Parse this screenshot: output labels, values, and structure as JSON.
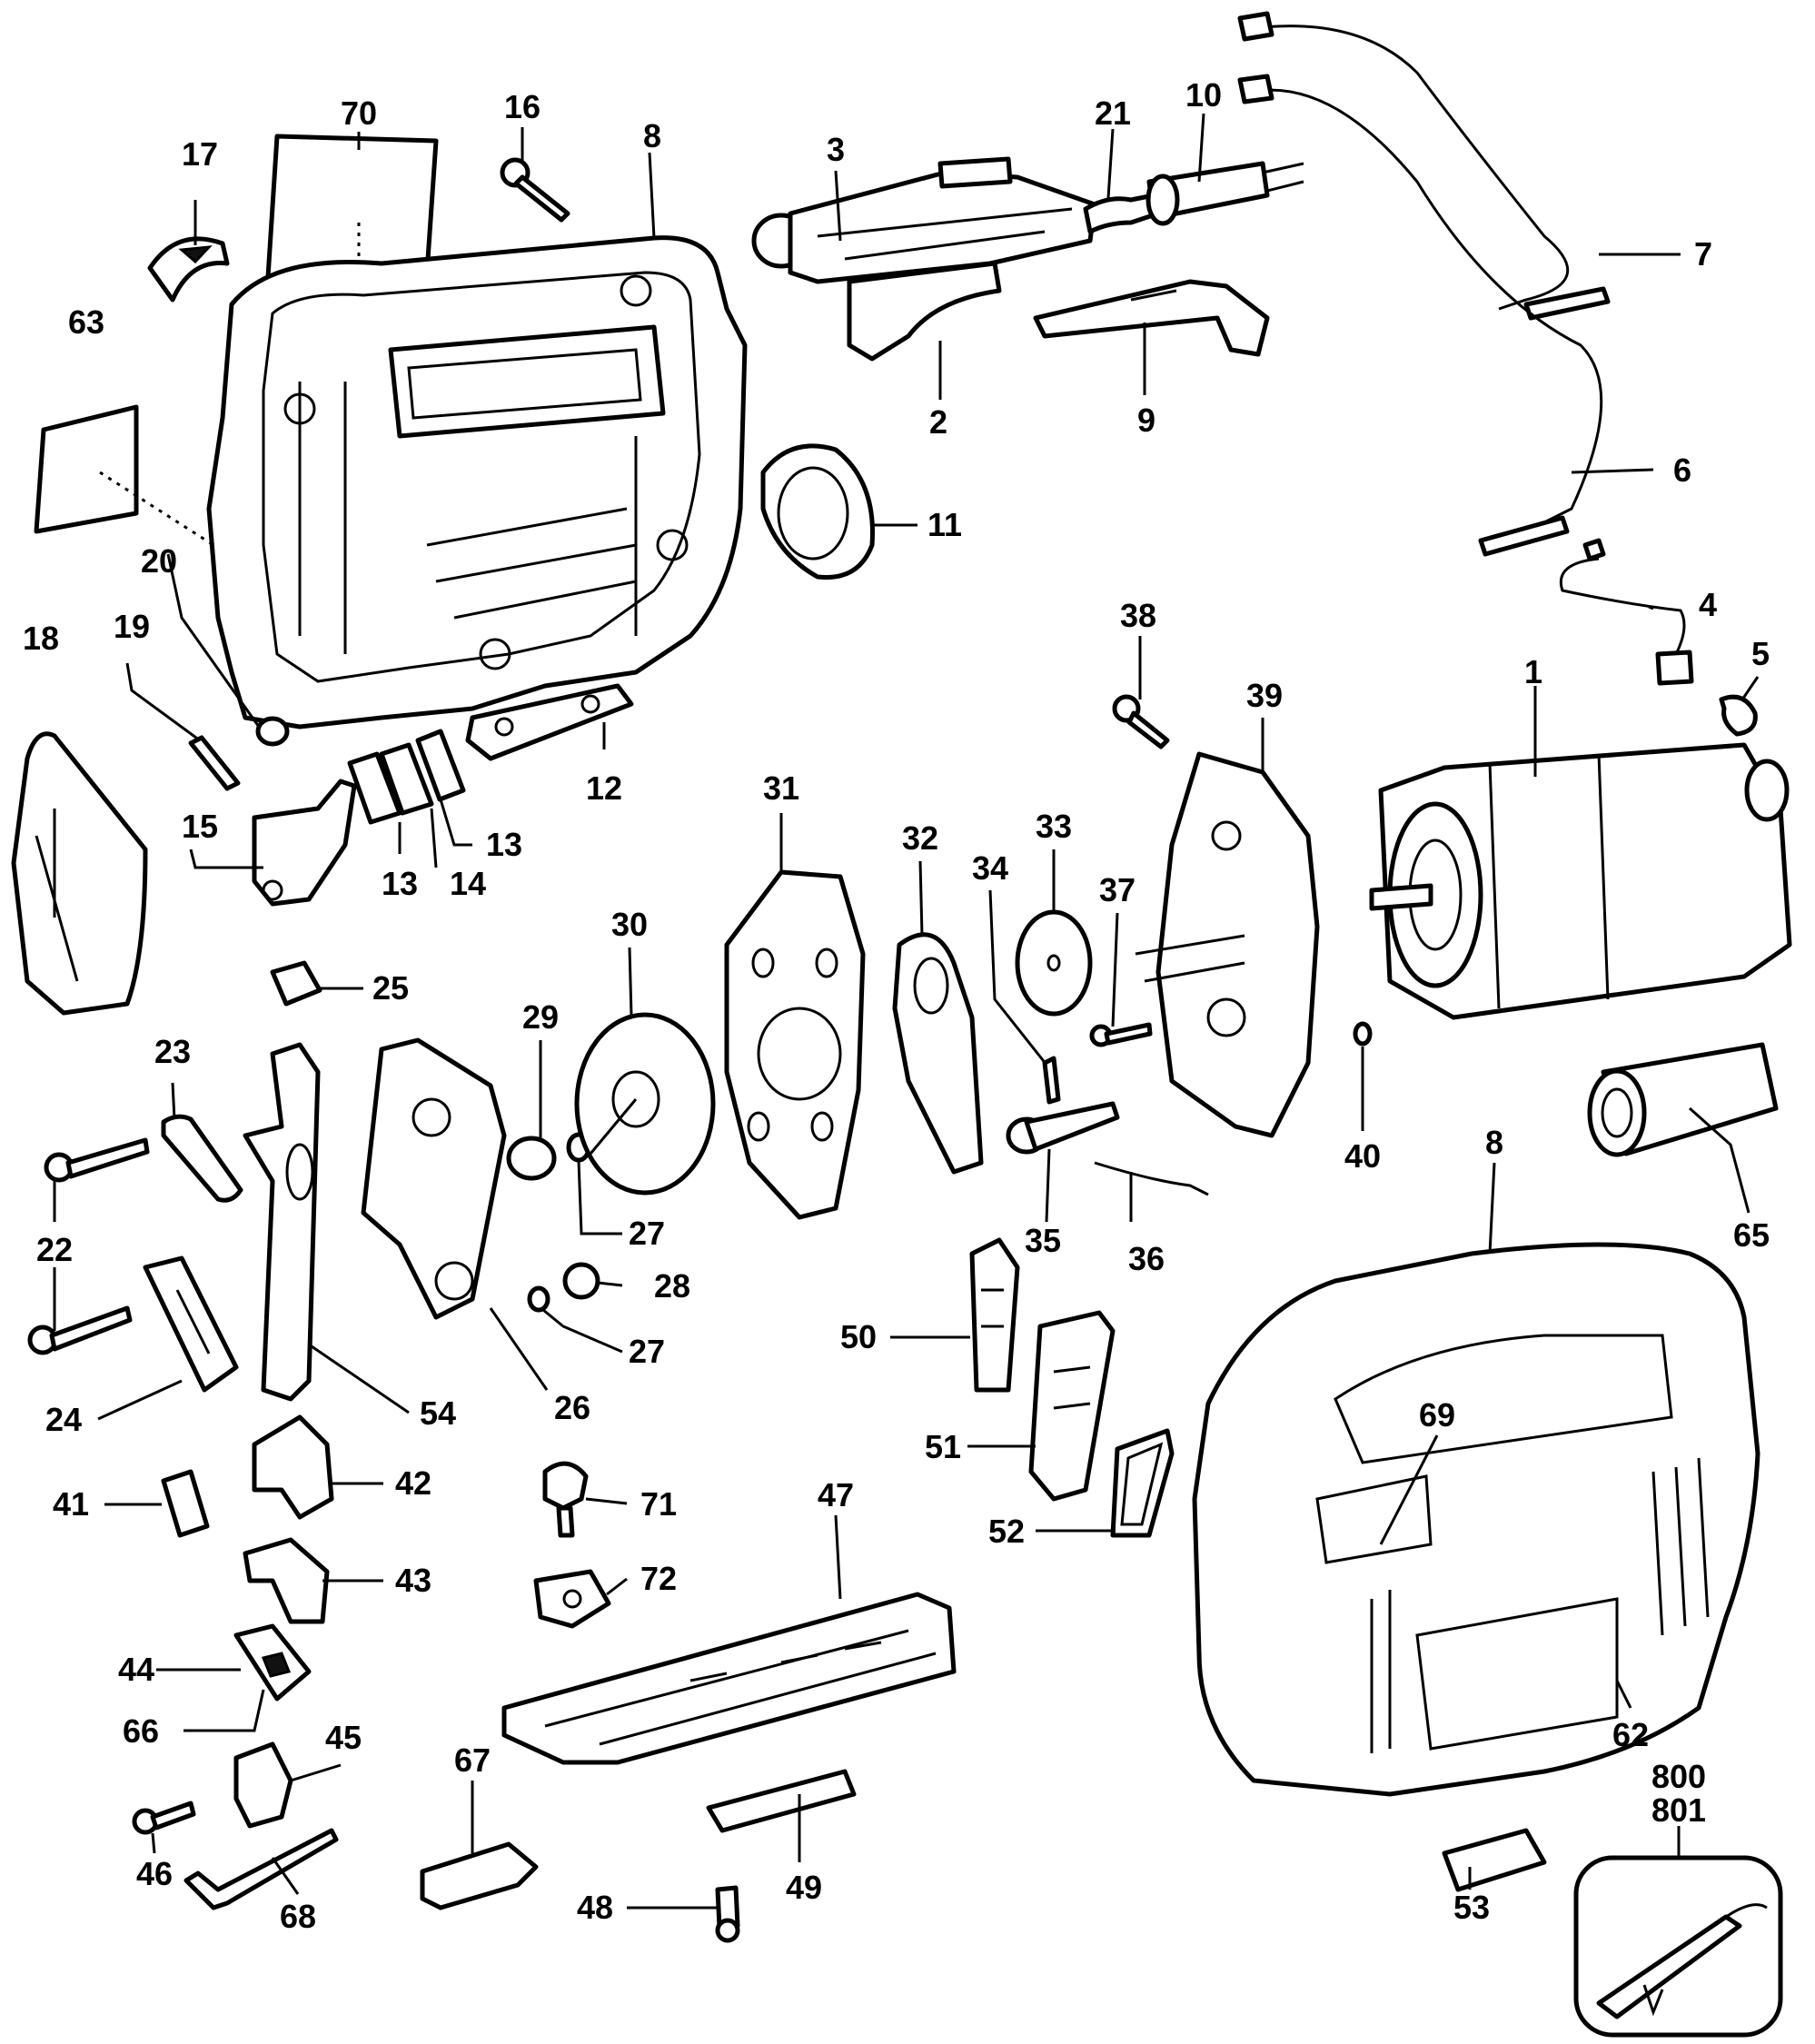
{
  "diagram": {
    "callouts": [
      {
        "id": "p1",
        "text": "1"
      },
      {
        "id": "p2",
        "text": "2"
      },
      {
        "id": "p3",
        "text": "3"
      },
      {
        "id": "p4",
        "text": "4"
      },
      {
        "id": "p5",
        "text": "5"
      },
      {
        "id": "p6",
        "text": "6"
      },
      {
        "id": "p7",
        "text": "7"
      },
      {
        "id": "p8a",
        "text": "8"
      },
      {
        "id": "p8b",
        "text": "8"
      },
      {
        "id": "p9",
        "text": "9"
      },
      {
        "id": "p10",
        "text": "10"
      },
      {
        "id": "p11",
        "text": "11"
      },
      {
        "id": "p12",
        "text": "12"
      },
      {
        "id": "p13a",
        "text": "13"
      },
      {
        "id": "p13b",
        "text": "13"
      },
      {
        "id": "p14",
        "text": "14"
      },
      {
        "id": "p15",
        "text": "15"
      },
      {
        "id": "p16",
        "text": "16"
      },
      {
        "id": "p17",
        "text": "17"
      },
      {
        "id": "p18",
        "text": "18"
      },
      {
        "id": "p19",
        "text": "19"
      },
      {
        "id": "p20",
        "text": "20"
      },
      {
        "id": "p21",
        "text": "21"
      },
      {
        "id": "p22a",
        "text": "22"
      },
      {
        "id": "p22b",
        "text": "22"
      },
      {
        "id": "p23",
        "text": "23"
      },
      {
        "id": "p24",
        "text": "24"
      },
      {
        "id": "p25",
        "text": "25"
      },
      {
        "id": "p26",
        "text": "26"
      },
      {
        "id": "p27a",
        "text": "27"
      },
      {
        "id": "p27b",
        "text": "27"
      },
      {
        "id": "p28",
        "text": "28"
      },
      {
        "id": "p29",
        "text": "29"
      },
      {
        "id": "p30",
        "text": "30"
      },
      {
        "id": "p31",
        "text": "31"
      },
      {
        "id": "p32",
        "text": "32"
      },
      {
        "id": "p33",
        "text": "33"
      },
      {
        "id": "p34",
        "text": "34"
      },
      {
        "id": "p35",
        "text": "35"
      },
      {
        "id": "p36",
        "text": "36"
      },
      {
        "id": "p37",
        "text": "37"
      },
      {
        "id": "p38",
        "text": "38"
      },
      {
        "id": "p39",
        "text": "39"
      },
      {
        "id": "p40",
        "text": "40"
      },
      {
        "id": "p41",
        "text": "41"
      },
      {
        "id": "p42",
        "text": "42"
      },
      {
        "id": "p43",
        "text": "43"
      },
      {
        "id": "p44",
        "text": "44"
      },
      {
        "id": "p45",
        "text": "45"
      },
      {
        "id": "p46",
        "text": "46"
      },
      {
        "id": "p47",
        "text": "47"
      },
      {
        "id": "p48",
        "text": "48"
      },
      {
        "id": "p49",
        "text": "49"
      },
      {
        "id": "p50",
        "text": "50"
      },
      {
        "id": "p51",
        "text": "51"
      },
      {
        "id": "p52",
        "text": "52"
      },
      {
        "id": "p53",
        "text": "53"
      },
      {
        "id": "p54",
        "text": "54"
      },
      {
        "id": "p62",
        "text": "62"
      },
      {
        "id": "p63",
        "text": "63"
      },
      {
        "id": "p65",
        "text": "65"
      },
      {
        "id": "p66",
        "text": "66"
      },
      {
        "id": "p67",
        "text": "67"
      },
      {
        "id": "p68",
        "text": "68"
      },
      {
        "id": "p69",
        "text": "69"
      },
      {
        "id": "p70",
        "text": "70"
      },
      {
        "id": "p71",
        "text": "71"
      },
      {
        "id": "p72",
        "text": "72"
      },
      {
        "id": "p800",
        "text": "800"
      },
      {
        "id": "p801",
        "text": "801"
      }
    ]
  }
}
